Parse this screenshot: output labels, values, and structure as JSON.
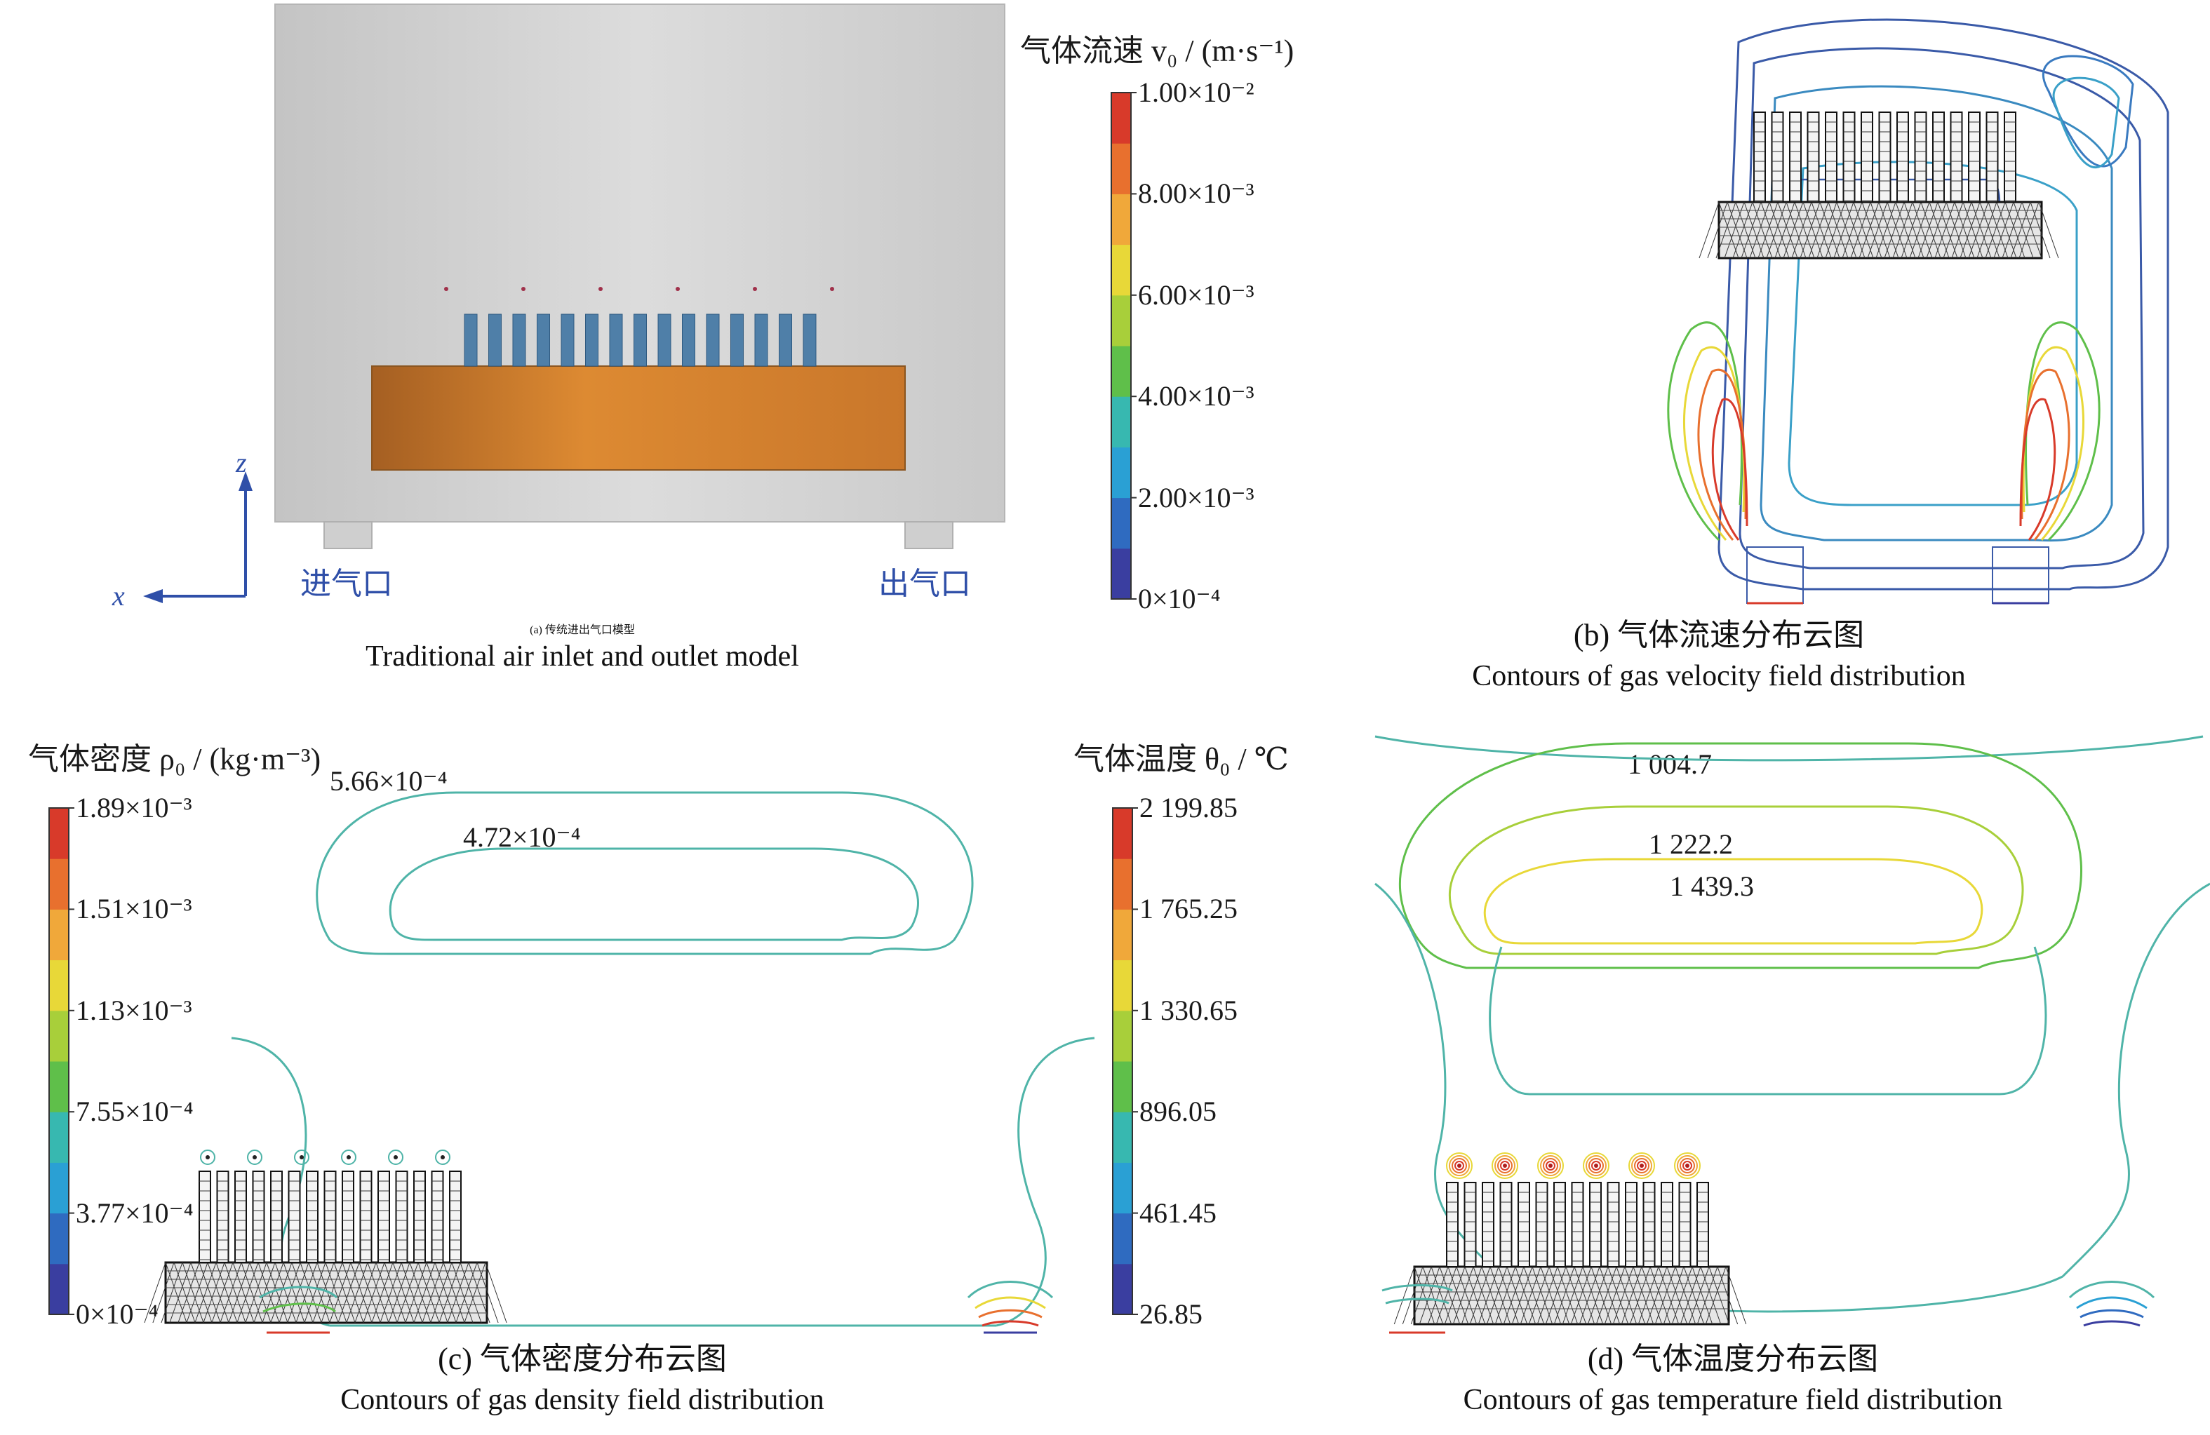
{
  "panel_a": {
    "caption_zh": "(a) 传统进出气口模型",
    "caption_en": "Traditional air inlet and outlet model",
    "inlet_label": "进气口",
    "outlet_label": "出气口",
    "axis_z": "z",
    "axis_x": "x",
    "colors": {
      "chamber": "#cfcfcf",
      "block": "#d9822b",
      "fins": "#4f7fa8",
      "axis": "#2f4fa8"
    }
  },
  "panel_b": {
    "caption_zh": "(b) 气体流速分布云图",
    "caption_en": "Contours of gas velocity field distribution",
    "colorbar_title": "气体流速 v₀ / (m·s⁻¹)",
    "colorbar_ticks": [
      "1.00×10⁻²",
      "8.00×10⁻³",
      "6.00×10⁻³",
      "4.00×10⁻³",
      "2.00×10⁻³",
      "0×10⁻⁴"
    ]
  },
  "panel_c": {
    "caption_zh": "(c) 气体密度分布云图",
    "caption_en": "Contours of gas density field distribution",
    "colorbar_title": "气体密度 ρ₀ / (kg·m⁻³)",
    "colorbar_ticks": [
      "1.89×10⁻³",
      "1.51×10⁻³",
      "1.13×10⁻³",
      "7.55×10⁻⁴",
      "3.77×10⁻⁴",
      "0×10⁻⁴"
    ],
    "annotations": [
      "5.66×10⁻⁴",
      "4.72×10⁻⁴"
    ]
  },
  "panel_d": {
    "caption_zh": "(d) 气体温度分布云图",
    "caption_en": "Contours of gas temperature field distribution",
    "colorbar_title": "气体温度 θ₀ / ℃",
    "colorbar_ticks": [
      "2 199.85",
      "1 765.25",
      "1 330.65",
      "896.05",
      "461.45",
      "26.85"
    ],
    "annotations": [
      "1 004.7",
      "1 222.2",
      "1 439.3"
    ]
  },
  "colormap": [
    "#3a3ea0",
    "#2f6bc0",
    "#2aa0d4",
    "#37b8b0",
    "#5fbf4a",
    "#a8cf3a",
    "#e8d838",
    "#f0a83a",
    "#e8702e",
    "#d83a2a"
  ],
  "contour_color": "#4fb4a8"
}
